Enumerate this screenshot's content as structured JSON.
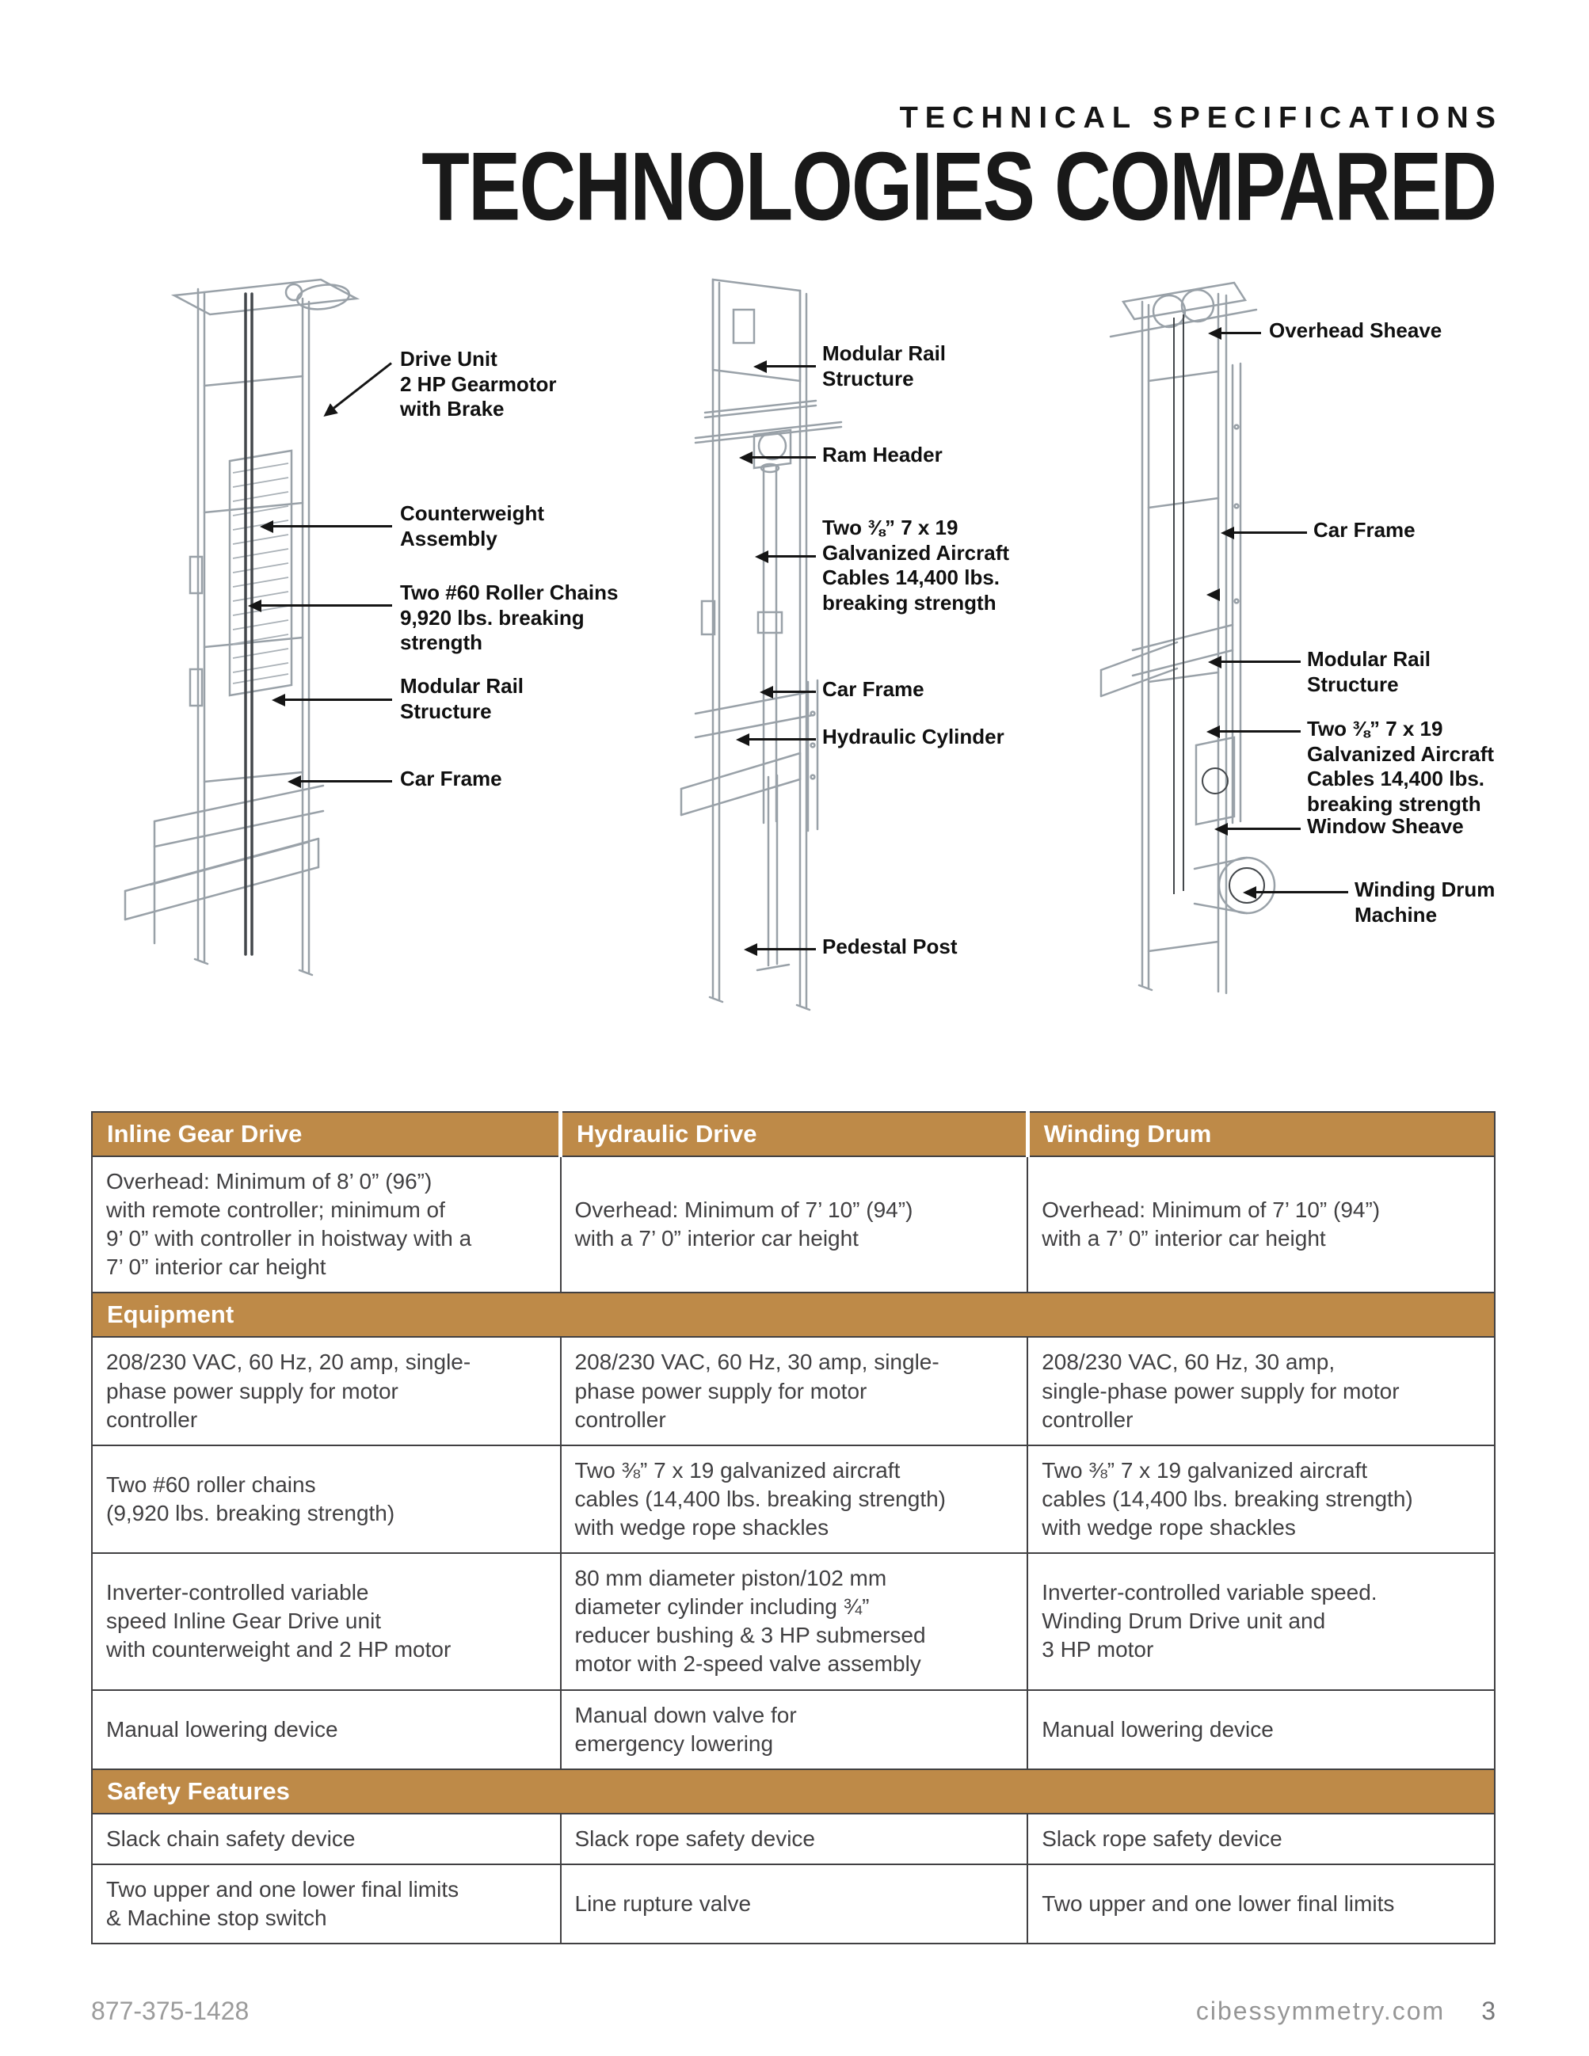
{
  "colors": {
    "accent": "#BE8A48",
    "table_border": "#414042",
    "label_text": "#101010",
    "drawing_light": "#99A1A8",
    "drawing_dark": "#43474B",
    "footer_gray": "#9B9B9B"
  },
  "header": {
    "eyebrow": "TECHNICAL SPECIFICATIONS",
    "title": "TECHNOLOGIES COMPARED"
  },
  "diagrams": [
    {
      "id": "inline-gear-drive",
      "labels": [
        "Drive Unit\n2 HP Gearmotor\nwith Brake",
        "Counterweight\nAssembly",
        "Two #60 Roller Chains\n9,920 lbs. breaking\nstrength",
        "Modular Rail\nStructure",
        "Car Frame"
      ]
    },
    {
      "id": "hydraulic-drive",
      "labels": [
        "Modular Rail\nStructure",
        "Ram Header",
        "Two ⅜” 7 x 19\nGalvanized Aircraft\nCables 14,400 lbs.\nbreaking strength",
        "Car Frame",
        "Hydraulic Cylinder",
        "Pedestal Post"
      ]
    },
    {
      "id": "winding-drum",
      "labels": [
        "Overhead Sheave",
        "Car Frame",
        "Modular Rail\nStructure",
        "Two ⅜” 7 x 19\nGalvanized Aircraft\nCables 14,400 lbs.\nbreaking strength",
        "Window Sheave",
        "Winding Drum\nMachine"
      ]
    }
  ],
  "table": {
    "headers": [
      "Inline Gear Drive",
      "Hydraulic Drive",
      "Winding Drum"
    ],
    "overhead_row": [
      "Overhead: Minimum of 8’ 0” (96”)\nwith remote controller; minimum of\n9’ 0” with controller in hoistway with a\n7’ 0” interior car height",
      "Overhead: Minimum of 7’ 10” (94”)\nwith a 7’ 0” interior car height",
      "Overhead: Minimum of 7’ 10” (94”)\nwith a 7’ 0” interior car height"
    ],
    "section_equipment": "Equipment",
    "equipment_rows": [
      [
        "208/230 VAC, 60 Hz, 20 amp, single-\nphase power supply for motor\ncontroller",
        "208/230 VAC, 60 Hz, 30 amp, single-\nphase power supply for motor\ncontroller",
        "208/230 VAC, 60 Hz, 30 amp,\nsingle-phase power supply for motor\ncontroller"
      ],
      [
        "Two #60 roller chains\n(9,920 lbs. breaking strength)",
        "Two ⅜” 7 x 19 galvanized aircraft\ncables (14,400 lbs. breaking strength)\nwith wedge rope shackles",
        "Two ⅜” 7 x 19 galvanized aircraft\ncables (14,400 lbs. breaking strength)\nwith wedge rope shackles"
      ],
      [
        "Inverter-controlled variable\nspeed Inline Gear Drive unit\nwith counterweight and 2 HP motor",
        "80 mm diameter piston/102 mm\ndiameter cylinder including ¾”\nreducer bushing & 3 HP submersed\nmotor with 2-speed valve assembly",
        "Inverter-controlled variable speed.\nWinding Drum Drive unit and\n3 HP motor"
      ],
      [
        "Manual lowering device",
        "Manual down valve for\nemergency lowering",
        "Manual lowering device"
      ]
    ],
    "section_safety": "Safety Features",
    "safety_rows": [
      [
        "Slack chain safety device",
        "Slack rope safety device",
        "Slack rope safety device"
      ],
      [
        "Two upper and one lower final limits\n& Machine stop switch",
        "Line rupture valve",
        "Two upper and one lower final limits"
      ]
    ]
  },
  "footer": {
    "phone": "877-375-1428",
    "site": "cibessymmetry.com",
    "page_number": "3"
  }
}
